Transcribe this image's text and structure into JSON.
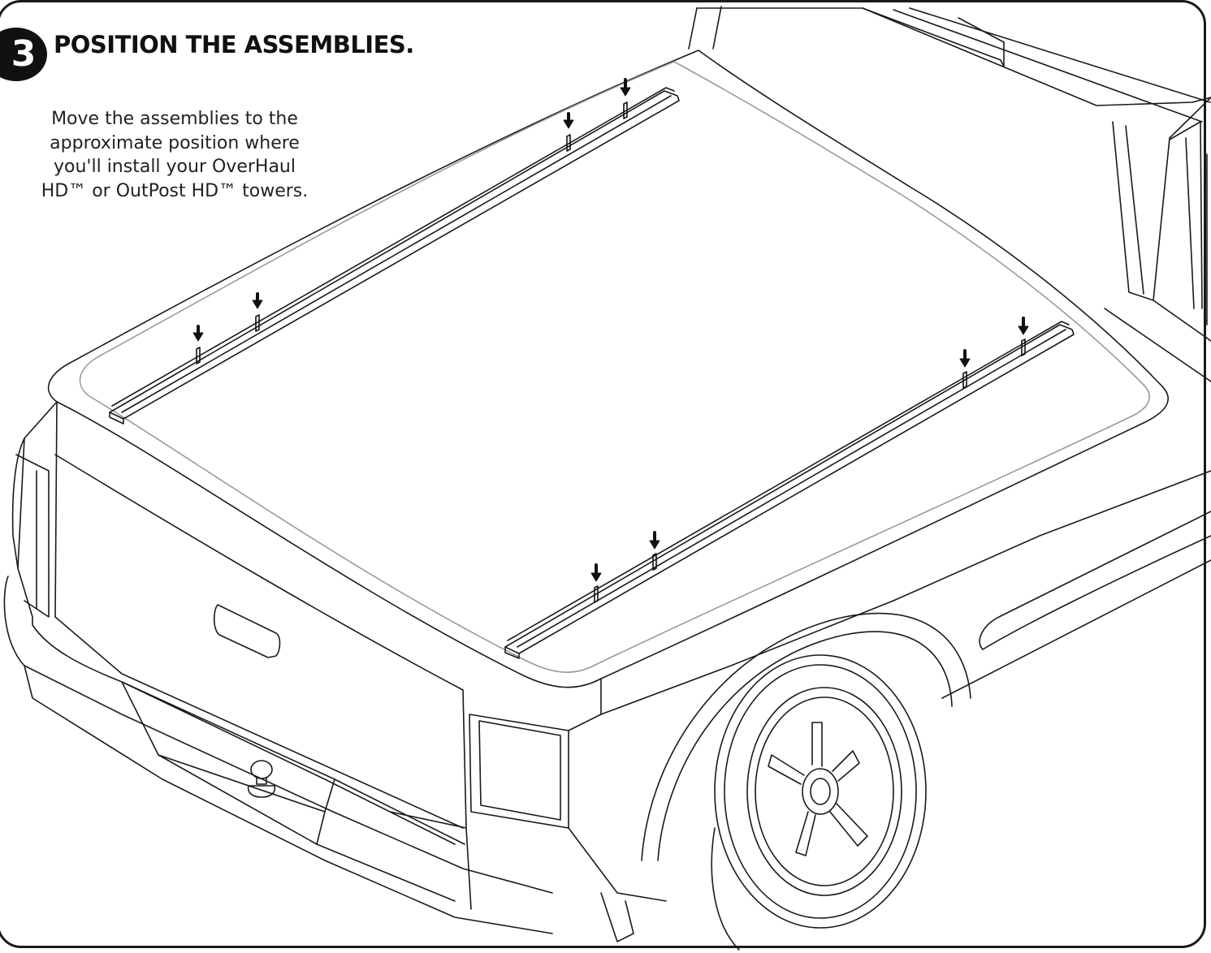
{
  "step": {
    "number": "3",
    "title": "POSITION THE ASSEMBLIES."
  },
  "instructions": {
    "lines": [
      "Move the assemblies to the",
      "approximate position where",
      "you'll install your OverHaul",
      "HD™ or OutPost HD™ towers."
    ]
  },
  "illustration": {
    "subject": "pickup truck with two rail assemblies on bed cover",
    "arrow_count": 8
  }
}
